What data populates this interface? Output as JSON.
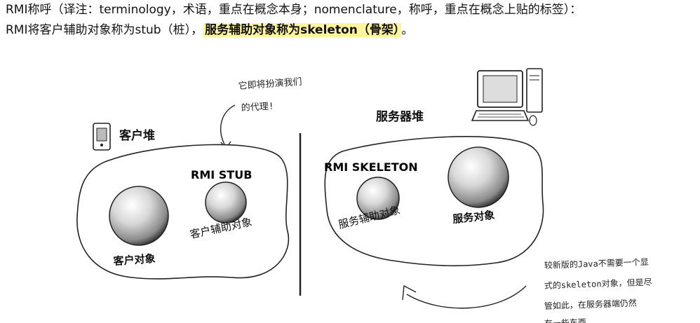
{
  "header": {
    "line1": "RMI称呼（译注：terminology，术语，重点在概念本身；nomenclature，称呼，重点在概念上贴的标签）：",
    "line2_plain": "RMI将客户辅助对象称为stub（桩），",
    "line2_highlight": "服务辅助对象称为skeleton（骨架）",
    "line2_end": "。"
  },
  "diagram": {
    "annotation_top": [
      "它即将扮演我们",
      "的代理!"
    ],
    "client_heap": {
      "label": "客户堆",
      "stub_title": "RMI STUB",
      "client_object": "客户对象",
      "client_helper": "客户辅助对象"
    },
    "server_heap": {
      "label": "服务器堆",
      "skeleton_title": "RMI SKELETON",
      "server_helper": "服务辅助对象",
      "server_object": "服务对象"
    },
    "annotation_bottom": [
      "较新版的Java不需要一个显",
      "式的skeleton对象，但是尽",
      "管如此，在服务器端仍然",
      "有一些东西..."
    ]
  },
  "colors": {
    "highlight": "#fff59a"
  }
}
